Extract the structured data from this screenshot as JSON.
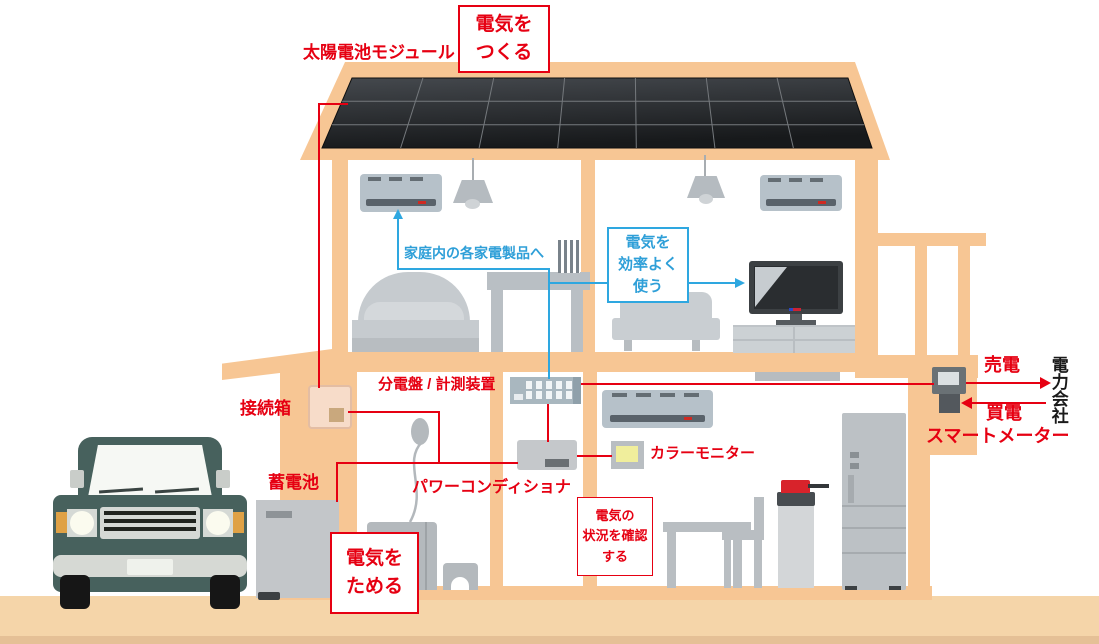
{
  "colors": {
    "accent_red": "#e60012",
    "accent_blue": "#2ea7e0",
    "wall_orange": "#f7c694",
    "ground_tan": "#f5d5a9",
    "solar_panel_dark": "#24272a",
    "monitor_screen_yellow": "#f0ee9c"
  },
  "labels": {
    "solar_module": "太陽電池モジュール",
    "junction_box": "接続箱",
    "storage_battery": "蓄電池",
    "power_conditioner": "パワーコンディショナ",
    "distribution_board": "分電盤 / 計測装置",
    "color_monitor": "カラーモニター",
    "smart_meter": "スマートメーター",
    "sell_electricity": "売電",
    "buy_electricity": "買電",
    "power_company": "電力会社",
    "to_home_appliances": "家庭内の各家電製品へ"
  },
  "callouts": {
    "create_electricity": {
      "lines": [
        "電気を",
        "つくる"
      ]
    },
    "use_efficiently": {
      "lines": [
        "電気を",
        "効率よく",
        "使う"
      ]
    },
    "store_electricity": {
      "lines": [
        "電気を",
        "ためる"
      ]
    },
    "check_status": {
      "lines": [
        "電気の",
        "状況を確認",
        "する"
      ]
    }
  }
}
